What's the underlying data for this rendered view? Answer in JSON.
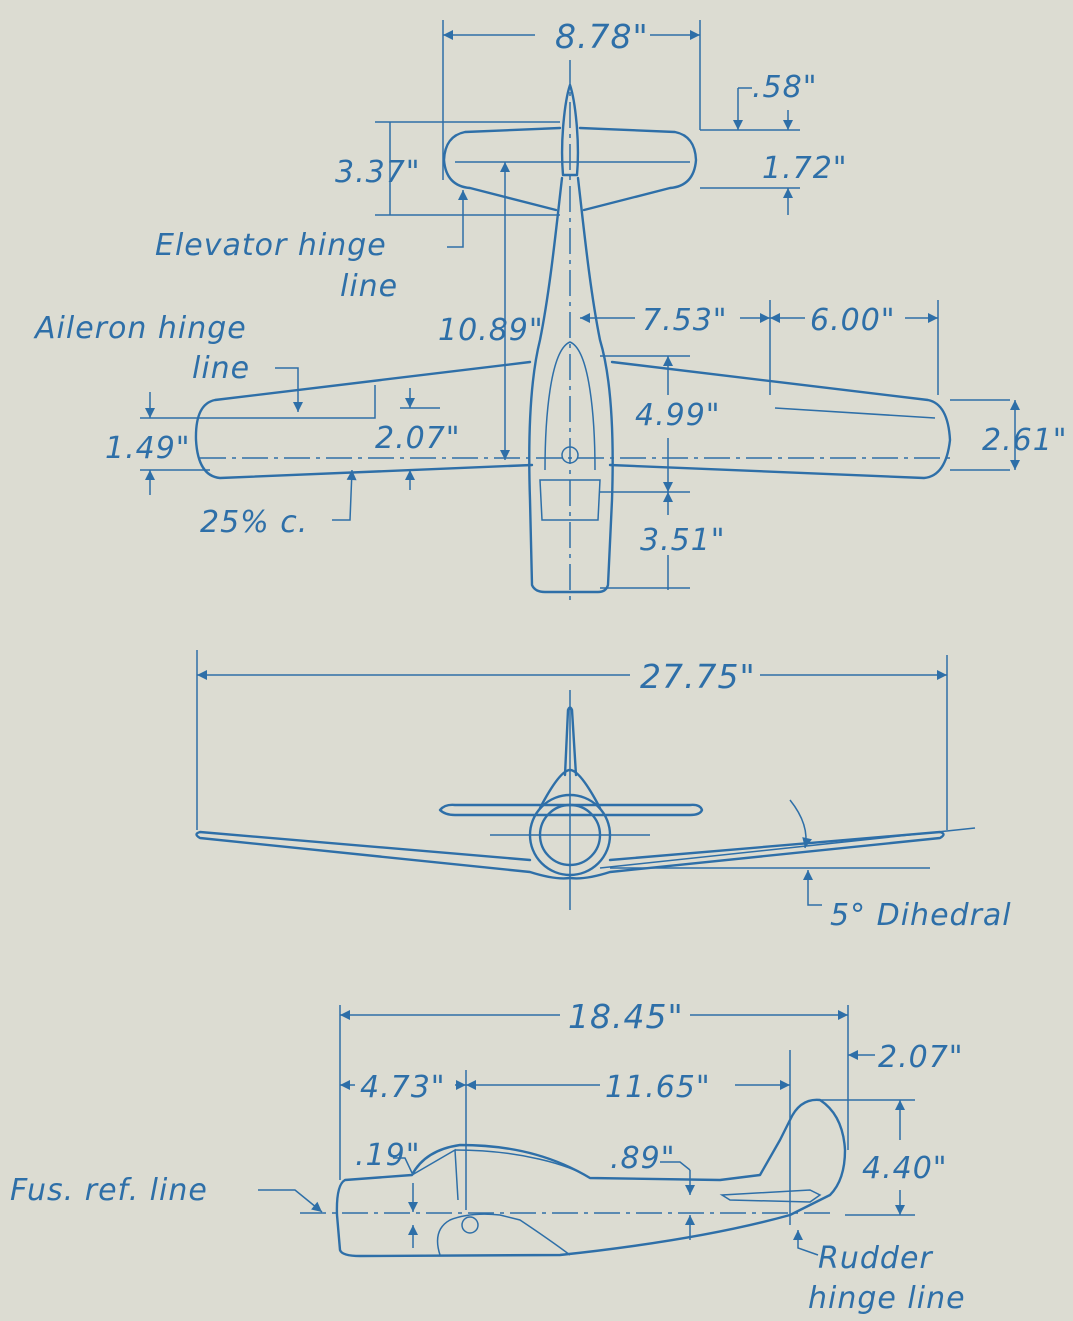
{
  "plan_view": {
    "dimensions": {
      "span_tail": "8.78\"",
      "tail_tip_offset": ".58\"",
      "tail_tip_chord": "1.72\"",
      "tail_root_chord": "3.37\"",
      "tail_to_wing": "10.89\"",
      "wing_offset": "7.53\"",
      "aileron_span": "6.00\"",
      "wing_root_chord": "4.99\"",
      "wing_tip_chord": "2.61\"",
      "aileron_chord": "1.49\"",
      "wing_ac_offset": "2.07\"",
      "cg_to_tail": "3.51\""
    },
    "labels": {
      "elevator_hinge_1": "Elevator hinge",
      "elevator_hinge_2": "line",
      "aileron_hinge_1": "Aileron hinge",
      "aileron_hinge_2": "line",
      "quarter_chord": "25% c."
    }
  },
  "front_view": {
    "dimensions": {
      "span": "27.75\""
    },
    "labels": {
      "dihedral": "5° Dihedral"
    }
  },
  "side_view": {
    "dimensions": {
      "length": "18.45\"",
      "nose_to_cg": "4.73\"",
      "cg_to_hinge": "11.65\"",
      "rudder_chord": "2.07\"",
      "fin_height": "4.40\"",
      "wing_offset": ".19\"",
      "tail_offset": ".89\""
    },
    "labels": {
      "fus_ref": "Fus. ref. line",
      "rudder_hinge_1": "Rudder",
      "rudder_hinge_2": "hinge line"
    }
  }
}
